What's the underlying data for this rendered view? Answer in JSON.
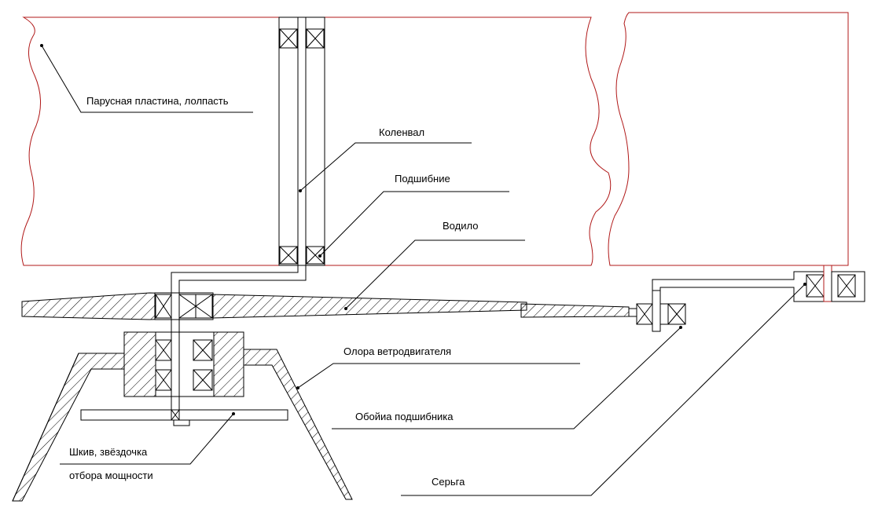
{
  "labels": {
    "sail_plate": "Парусная пластина, лолпасть",
    "crankshaft": "Коленвал",
    "bearing": "Подшибние",
    "carrier": "Водило",
    "wind_engine_support": "Олора ветродвигателя",
    "bearing_cage": "Обойиа подшибника",
    "pulley_line1": "Шкив, звёздочка",
    "pulley_line2": "отбора мощности",
    "earring": "Серьга"
  },
  "colors": {
    "line": "#000000",
    "sail_outline": "#b01818",
    "background": "#ffffff"
  }
}
